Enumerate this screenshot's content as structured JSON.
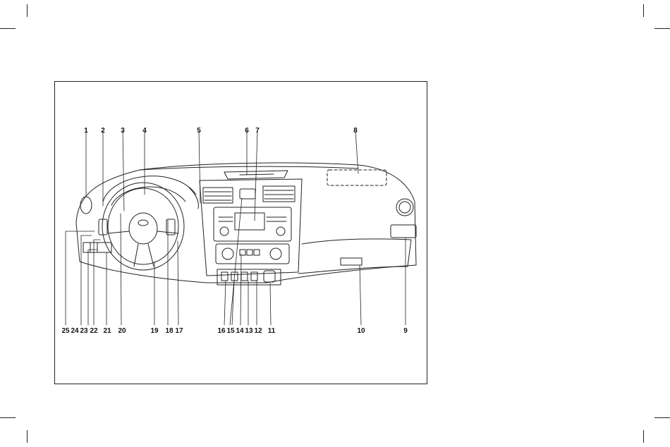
{
  "figure": {
    "top_labels": [
      "1",
      "2",
      "3",
      "4",
      "5",
      "6",
      "7",
      "8"
    ],
    "bottom_labels": [
      "25",
      "24",
      "23",
      "22",
      "21",
      "20",
      "19",
      "18",
      "17",
      "16",
      "15",
      "14",
      "13",
      "12",
      "11",
      "10",
      "9"
    ]
  }
}
